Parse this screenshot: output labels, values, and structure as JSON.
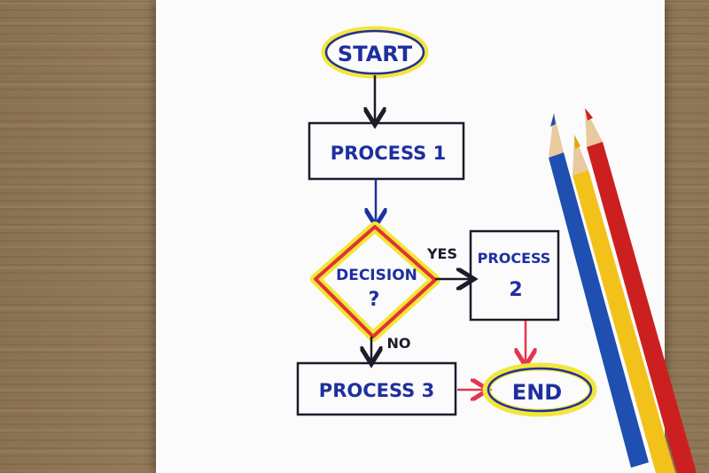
{
  "flowchart": {
    "start": "START",
    "process1": "PROCESS 1",
    "decision_line1": "DECISION",
    "decision_line2": "?",
    "yes": "YES",
    "no": "NO",
    "process2_line1": "PROCESS",
    "process2_line2": "2",
    "process3": "PROCESS 3",
    "end": "END"
  },
  "colors": {
    "ink_blue": "#1f2f9e",
    "ink_dark": "#1b1b2a",
    "highlight_yellow": "#f2e63a",
    "decision_red": "#e33232",
    "arrow_red": "#e2354f",
    "pencil_blue": "#1f4fb0",
    "pencil_yellow": "#f2c21a",
    "pencil_red": "#cc2020"
  }
}
